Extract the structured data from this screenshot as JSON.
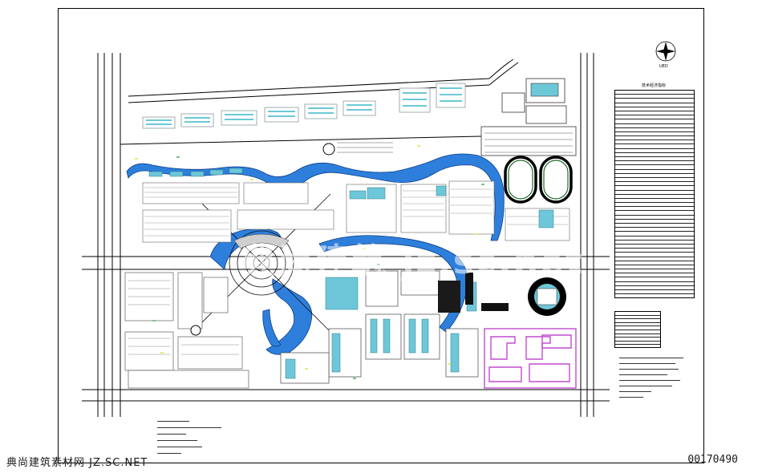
{
  "drawing": {
    "north_label": "UED",
    "legend_title": "技术经济指标",
    "colors": {
      "water": "#2e7fdc",
      "building_fill": "#6ec7d8",
      "building_line": "#cfe8ef",
      "road": "#ffffff",
      "line_magenta": "#c24bd0",
      "track": "#1a1a1a",
      "ink": "#000000",
      "block_line": "#b9b9b9"
    }
  },
  "watermark": {
    "left": "典尚建筑素材网 JZ.SC.NET",
    "right": "00170490",
    "center": "典尚建筑 jz.sc.net"
  }
}
